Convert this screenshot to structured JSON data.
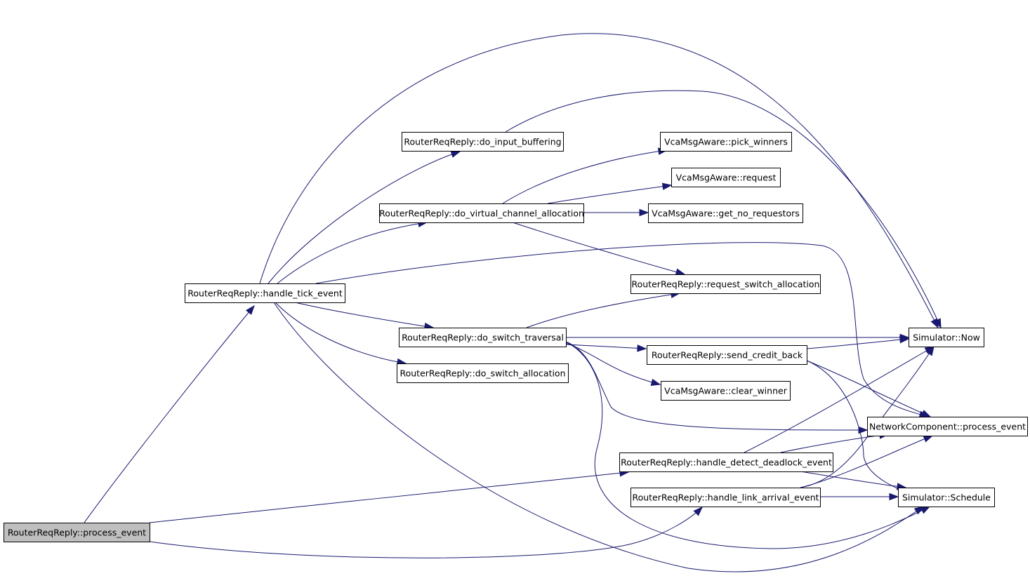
{
  "graph": {
    "nodes": [
      {
        "id": "pe",
        "label": "RouterReqReply::process_event",
        "root": true
      },
      {
        "id": "hte",
        "label": "RouterReqReply::handle_tick_event"
      },
      {
        "id": "dib",
        "label": "RouterReqReply::do_input_buffering"
      },
      {
        "id": "vca",
        "label": "RouterReqReply::do_virtual_channel_allocation"
      },
      {
        "id": "dst",
        "label": "RouterReqReply::do_switch_traversal"
      },
      {
        "id": "dsa",
        "label": "RouterReqReply::do_switch_allocation"
      },
      {
        "id": "pw",
        "label": "VcaMsgAware::pick_winners"
      },
      {
        "id": "req",
        "label": "VcaMsgAware::request"
      },
      {
        "id": "gnr",
        "label": "VcaMsgAware::get_no_requestors"
      },
      {
        "id": "rsa",
        "label": "RouterReqReply::request_switch_allocation"
      },
      {
        "id": "scb",
        "label": "RouterReqReply::send_credit_back"
      },
      {
        "id": "cw",
        "label": "VcaMsgAware::clear_winner"
      },
      {
        "id": "hdde",
        "label": "RouterReqReply::handle_detect_deadlock_event"
      },
      {
        "id": "hlae",
        "label": "RouterReqReply::handle_link_arrival_event"
      },
      {
        "id": "now",
        "label": "Simulator::Now"
      },
      {
        "id": "ncpe",
        "label": "NetworkComponent::process_event"
      },
      {
        "id": "sch",
        "label": "Simulator::Schedule"
      }
    ],
    "edges": [
      {
        "from": "pe",
        "to": "hte"
      },
      {
        "from": "pe",
        "to": "hdde"
      },
      {
        "from": "pe",
        "to": "hlae"
      },
      {
        "from": "hte",
        "to": "dib"
      },
      {
        "from": "hte",
        "to": "vca"
      },
      {
        "from": "hte",
        "to": "dst"
      },
      {
        "from": "hte",
        "to": "dsa"
      },
      {
        "from": "hte",
        "to": "now"
      },
      {
        "from": "hte",
        "to": "ncpe"
      },
      {
        "from": "hte",
        "to": "sch"
      },
      {
        "from": "dib",
        "to": "now"
      },
      {
        "from": "vca",
        "to": "pw"
      },
      {
        "from": "vca",
        "to": "req"
      },
      {
        "from": "vca",
        "to": "gnr"
      },
      {
        "from": "vca",
        "to": "rsa"
      },
      {
        "from": "dst",
        "to": "rsa"
      },
      {
        "from": "dst",
        "to": "now"
      },
      {
        "from": "dst",
        "to": "scb"
      },
      {
        "from": "dst",
        "to": "cw"
      },
      {
        "from": "dst",
        "to": "ncpe"
      },
      {
        "from": "dst",
        "to": "sch"
      },
      {
        "from": "scb",
        "to": "now"
      },
      {
        "from": "scb",
        "to": "ncpe"
      },
      {
        "from": "scb",
        "to": "sch"
      },
      {
        "from": "hdde",
        "to": "now"
      },
      {
        "from": "hdde",
        "to": "ncpe"
      },
      {
        "from": "hdde",
        "to": "sch"
      },
      {
        "from": "hlae",
        "to": "now"
      },
      {
        "from": "hlae",
        "to": "ncpe"
      },
      {
        "from": "hlae",
        "to": "sch"
      }
    ]
  }
}
